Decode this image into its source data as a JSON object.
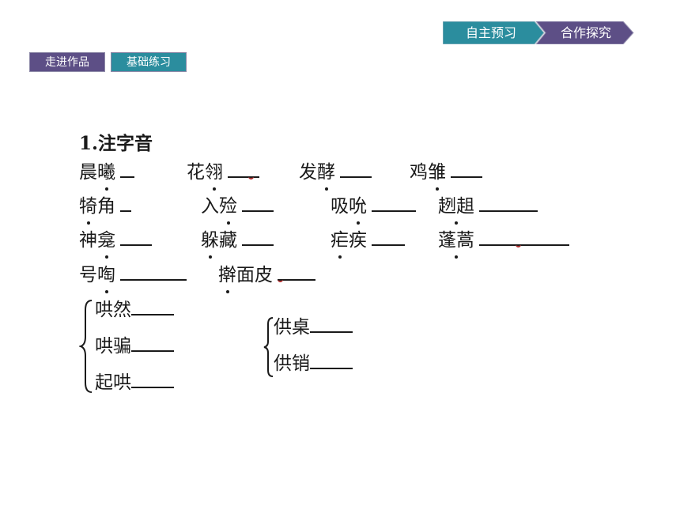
{
  "nav": {
    "tab_preview": "自主预习",
    "tab_explore": "合作探究"
  },
  "section_tabs": {
    "work": "走进作品",
    "practice": "基础练习"
  },
  "exercise": {
    "title": "1.注字音",
    "row1": [
      {
        "pre": "晨",
        "dot": "曦",
        "post": ""
      },
      {
        "pre": "花",
        "dot": "翎",
        "post": ""
      },
      {
        "pre": "发",
        "dot": "酵",
        "post": ""
      },
      {
        "pre": "鸡",
        "dot": "雏",
        "post": ""
      }
    ],
    "row2": [
      {
        "pre": "",
        "dot": "犄",
        "post": "角"
      },
      {
        "pre": "入",
        "dot": "殓",
        "post": ""
      },
      {
        "pre": "吸",
        "dot": "吮",
        "post": ""
      },
      {
        "pre": "",
        "dot": "趔趄",
        "post": ""
      }
    ],
    "row3": [
      {
        "pre": "神",
        "dot": "龛",
        "post": ""
      },
      {
        "pre": "",
        "dot": "躲",
        "post": "藏"
      },
      {
        "pre": "",
        "dot": "疟",
        "post": "疾"
      },
      {
        "pre": "",
        "dot": "蓬蒿",
        "post": ""
      }
    ],
    "row4": [
      {
        "pre": "号",
        "dot": "啕",
        "post": ""
      },
      {
        "pre": "",
        "dot": "擀",
        "post": "面皮"
      }
    ],
    "group_hong": [
      "哄然",
      "哄骗",
      "起哄"
    ],
    "group_gong": [
      "供桌",
      "供销"
    ]
  }
}
